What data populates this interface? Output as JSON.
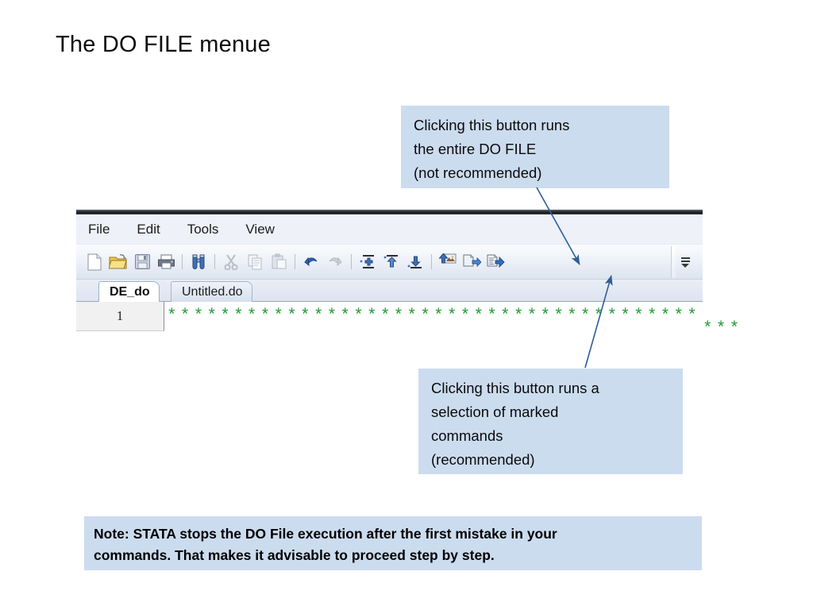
{
  "slide": {
    "title": "The DO FILE menue",
    "background": "#ffffff",
    "callout_fill": "#ccdcef",
    "code_color": "#1f9c2f"
  },
  "callouts": [
    {
      "name": "run-entire-do-file",
      "text": "Clicking this button runs\nthe entire DO FILE\n(not recommended)"
    },
    {
      "name": "run-selection",
      "text": "Clicking this button runs a\nselection of marked\ncommands\n(recommended)"
    }
  ],
  "dofile_window": {
    "menu": [
      {
        "label": "File"
      },
      {
        "label": "Edit"
      },
      {
        "label": "Tools"
      },
      {
        "label": "View"
      }
    ],
    "toolbar": [
      {
        "icon": "new-file-icon",
        "label": "New",
        "enabled": true
      },
      {
        "icon": "open-folder-icon",
        "label": "Open",
        "enabled": true
      },
      {
        "icon": "save-floppy-icon",
        "label": "Save",
        "enabled": true
      },
      {
        "icon": "print-icon",
        "label": "Print",
        "enabled": true
      },
      {
        "icon": "separator",
        "label": ""
      },
      {
        "icon": "find-binoculars-icon",
        "label": "Find",
        "enabled": true
      },
      {
        "icon": "separator",
        "label": ""
      },
      {
        "icon": "cut-scissors-icon",
        "label": "Cut",
        "enabled": false
      },
      {
        "icon": "copy-icon",
        "label": "Copy",
        "enabled": false
      },
      {
        "icon": "paste-icon",
        "label": "Paste",
        "enabled": false
      },
      {
        "icon": "separator",
        "label": ""
      },
      {
        "icon": "undo-arrow-icon",
        "label": "Undo",
        "enabled": true
      },
      {
        "icon": "redo-arrow-icon",
        "label": "Redo",
        "enabled": false
      },
      {
        "icon": "separator",
        "label": ""
      },
      {
        "icon": "toggle-bookmark-icon",
        "label": "Toggle bookmark",
        "enabled": true
      },
      {
        "icon": "previous-bookmark-icon",
        "label": "Previous bookmark",
        "enabled": true
      },
      {
        "icon": "next-bookmark-icon",
        "label": "Next bookmark",
        "enabled": true
      },
      {
        "icon": "separator",
        "label": ""
      },
      {
        "icon": "preview-icon",
        "label": "Preview",
        "enabled": true
      },
      {
        "icon": "do-selection-icon",
        "label": "Execute (do) selection",
        "enabled": true
      },
      {
        "icon": "do-file-icon",
        "label": "Execute (do) file",
        "enabled": true
      }
    ],
    "toolbar_overflow_icon": "toolbar-overflow-chevron-icon",
    "tabs": [
      {
        "label": "DE_do",
        "active": true
      },
      {
        "label": "Untitled.do",
        "active": false
      }
    ],
    "editor": {
      "line_number": "1",
      "code": "*********************************************"
    }
  },
  "note": {
    "text": " Note: STATA stops the DO File execution after the first mistake in your\ncommands. That makes it advisable to proceed step by step."
  }
}
